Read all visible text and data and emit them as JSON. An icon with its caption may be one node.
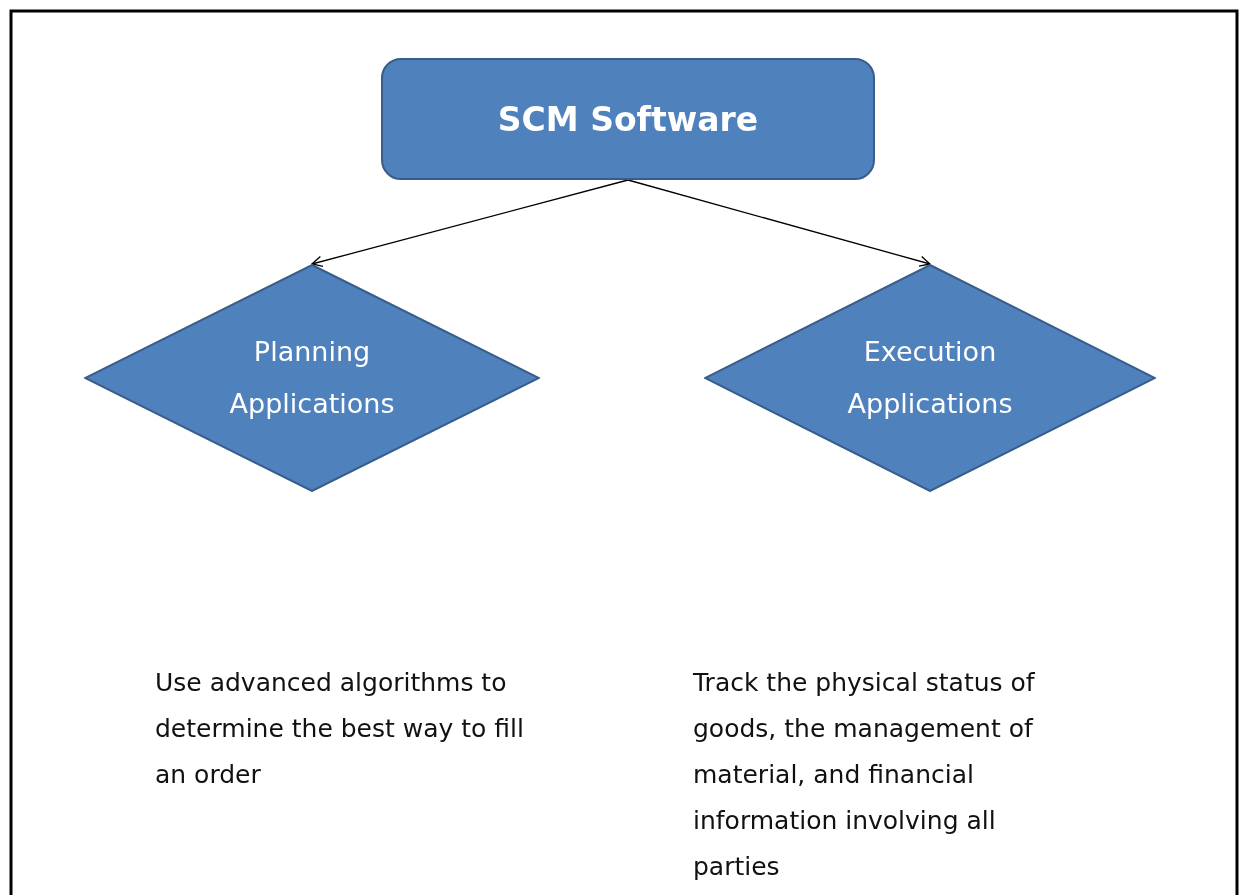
{
  "diagram": {
    "nodes": [
      {
        "text": [
          "SCM Software"
        ]
      },
      {
        "text": [
          "Planning Applications"
        ]
      },
      {
        "text": [
          "Execution Applications"
        ]
      }
    ],
    "edges": [
      {
        "from": 0,
        "to": 1,
        "arrow": "to"
      },
      {
        "from": 0,
        "to": 2,
        "arrow": "to"
      }
    ],
    "labels": [
      "Use advanced algorithms to determine the best way to fill an order",
      "Track the physical status of goods, the management of material, and financial information involving all parties"
    ]
  }
}
